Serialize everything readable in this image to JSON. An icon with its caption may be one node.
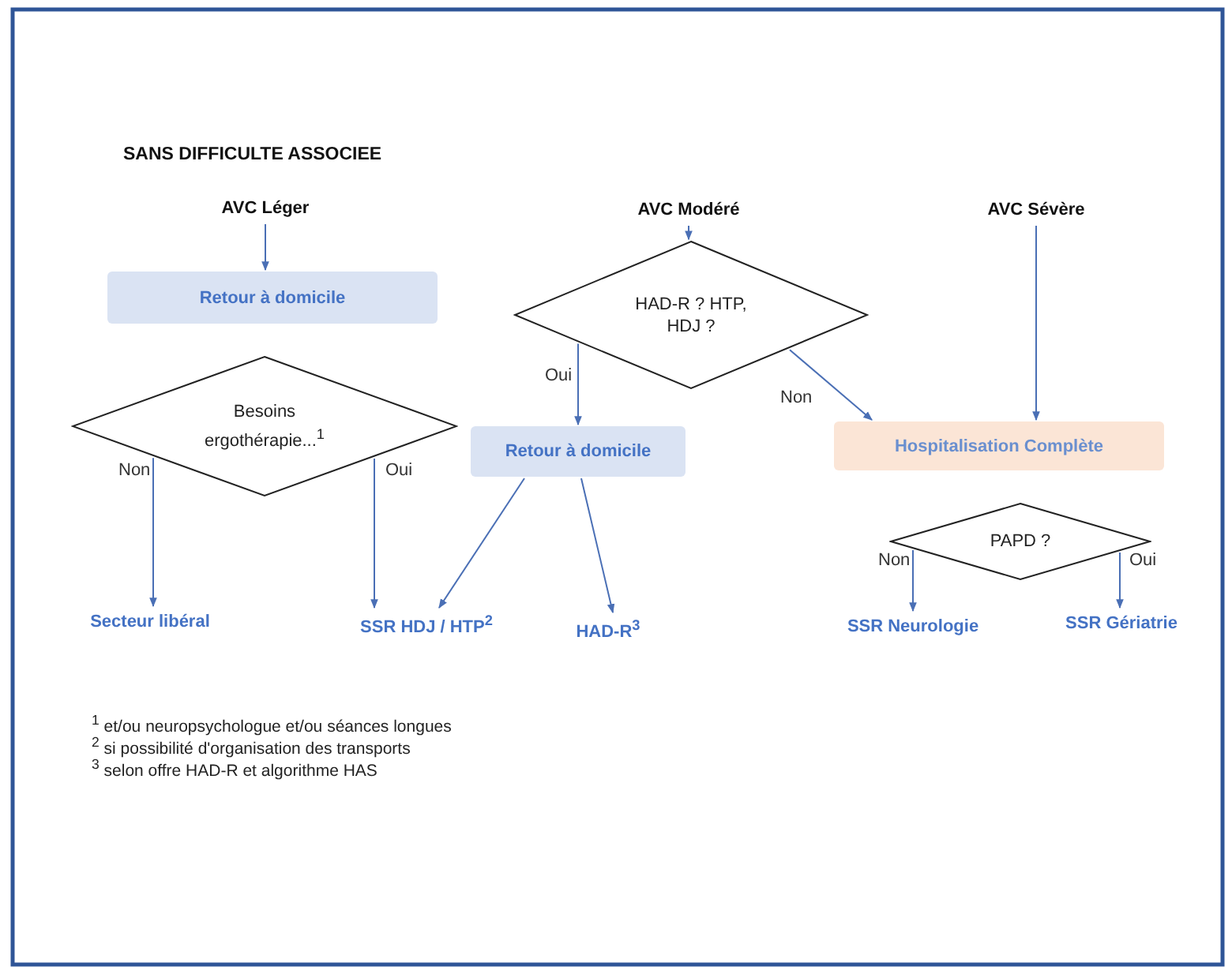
{
  "diagram": {
    "title": "SANS DIFFICULTE ASSOCIEE",
    "nodes": [
      {
        "text": [
          "AVC Léger"
        ]
      },
      {
        "text": [
          "Retour à domicile"
        ]
      },
      {
        "text": [
          "Besoins ergothérapie...$^{1}$"
        ]
      },
      {
        "text": [
          "Secteur libéral"
        ]
      },
      {
        "text": [
          "SSR HDJ / HTP$^{2}$"
        ]
      },
      {
        "text": [
          "AVC Modéré"
        ]
      },
      {
        "text": [
          "HAD-R ? HTP, HDJ ?"
        ]
      },
      {
        "text": [
          "Retour à domicile"
        ]
      },
      {
        "text": [
          "HAD-R$^{3}$"
        ]
      },
      {
        "text": [
          "AVC Sévère"
        ]
      },
      {
        "text": [
          "Hospitalisation Complète"
        ]
      },
      {
        "text": [
          "PAPD ?"
        ]
      },
      {
        "text": [
          "SSR Neurologie"
        ]
      },
      {
        "text": [
          "SSR Gériatrie"
        ]
      }
    ],
    "edges": [
      {
        "from": 0,
        "to": 1,
        "arrow": "to"
      },
      {
        "from": 2,
        "to": 3,
        "arrow": "to",
        "label": "Non"
      },
      {
        "from": 2,
        "to": 4,
        "arrow": "to",
        "label": "Oui"
      },
      {
        "from": 5,
        "to": 6,
        "arrow": "to"
      },
      {
        "from": 6,
        "to": 7,
        "arrow": "to",
        "label": "Oui"
      },
      {
        "from": 6,
        "to": 10,
        "arrow": "to",
        "label": "Non"
      },
      {
        "from": 7,
        "to": 4,
        "arrow": "to"
      },
      {
        "from": 7,
        "to": 8,
        "arrow": "to"
      },
      {
        "from": 9,
        "to": 10,
        "arrow": "to"
      },
      {
        "from": 11,
        "to": 12,
        "arrow": "to",
        "label": "Non"
      },
      {
        "from": 11,
        "to": 13,
        "arrow": "to",
        "label": "Oui"
      }
    ],
    "labels": [
      "$^{1}$ et/ou neuropsychologue et/ou séances longues",
      "$^{2}$ si possibilité d'organisation des transports",
      "$^{3}$ selon offre HAD-R et algorithme HAS"
    ]
  }
}
